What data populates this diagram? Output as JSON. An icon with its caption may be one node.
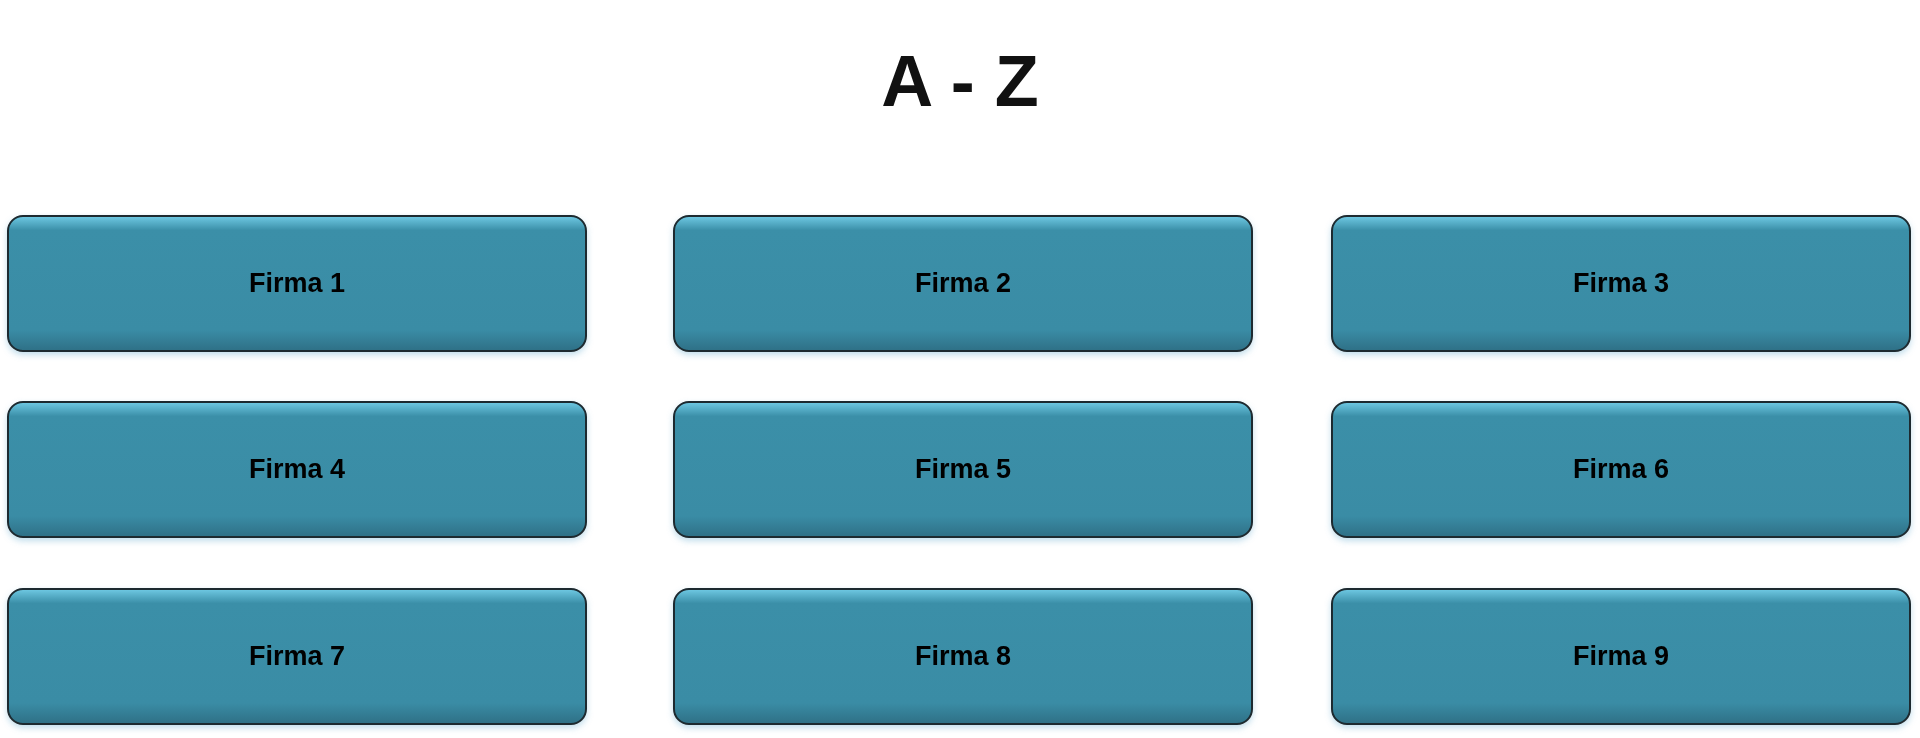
{
  "diagram": {
    "title": "A - Z",
    "nodes": [
      {
        "text": [
          "Firma 1"
        ]
      },
      {
        "text": [
          "Firma 2"
        ]
      },
      {
        "text": [
          "Firma 3"
        ]
      },
      {
        "text": [
          "Firma 4"
        ]
      },
      {
        "text": [
          "Firma 5"
        ]
      },
      {
        "text": [
          "Firma 6"
        ]
      },
      {
        "text": [
          "Firma 7"
        ]
      },
      {
        "text": [
          "Firma 8"
        ]
      },
      {
        "text": [
          "Firma 9"
        ]
      }
    ]
  }
}
